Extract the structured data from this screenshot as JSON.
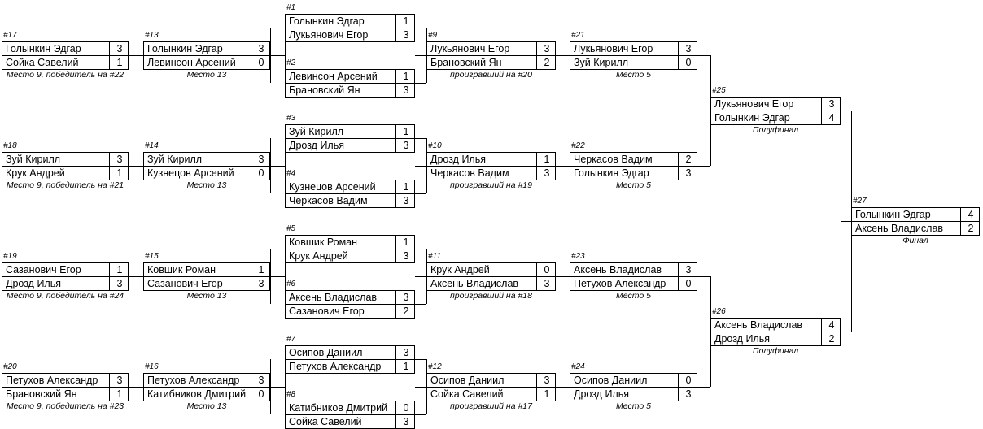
{
  "tournament": {
    "title": "Tournament bracket",
    "score_separator": "",
    "stage_labels": {
      "semifinal": "Полуфинал",
      "final": "Финал",
      "place5": "Место 5",
      "place13": "Место 13"
    }
  },
  "matches": [
    {
      "id": "m1",
      "num": "#1",
      "p1": "Голынкин Эдгар",
      "s1": "1",
      "p2": "Лукьянович Егор",
      "s2": "3",
      "note": ""
    },
    {
      "id": "m2",
      "num": "#2",
      "p1": "Левинсон Арсений",
      "s1": "1",
      "p2": "Брановский Ян",
      "s2": "3",
      "note": ""
    },
    {
      "id": "m3",
      "num": "#3",
      "p1": "Зуй Кирилл",
      "s1": "1",
      "p2": "Дрозд Илья",
      "s2": "3",
      "note": ""
    },
    {
      "id": "m4",
      "num": "#4",
      "p1": "Кузнецов Арсений",
      "s1": "1",
      "p2": "Черкасов Вадим",
      "s2": "3",
      "note": ""
    },
    {
      "id": "m5",
      "num": "#5",
      "p1": "Ковшик Роман",
      "s1": "1",
      "p2": "Крук Андрей",
      "s2": "3",
      "note": ""
    },
    {
      "id": "m6",
      "num": "#6",
      "p1": "Аксень Владислав",
      "s1": "3",
      "p2": "Сазанович Егор",
      "s2": "2",
      "note": ""
    },
    {
      "id": "m7",
      "num": "#7",
      "p1": "Осипов Даниил",
      "s1": "3",
      "p2": "Петухов Александр",
      "s2": "1",
      "note": ""
    },
    {
      "id": "m8",
      "num": "#8",
      "p1": "Катибников Дмитрий",
      "s1": "0",
      "p2": "Сойка Савелий",
      "s2": "3",
      "note": ""
    },
    {
      "id": "m9",
      "num": "#9",
      "p1": "Лукьянович Егор",
      "s1": "3",
      "p2": "Брановский Ян",
      "s2": "2",
      "note": "проигравший на #20"
    },
    {
      "id": "m10",
      "num": "#10",
      "p1": "Дрозд Илья",
      "s1": "1",
      "p2": "Черкасов Вадим",
      "s2": "3",
      "note": "проигравший на #19"
    },
    {
      "id": "m11",
      "num": "#11",
      "p1": "Крук Андрей",
      "s1": "0",
      "p2": "Аксень Владислав",
      "s2": "3",
      "note": "проигравший на #18"
    },
    {
      "id": "m12",
      "num": "#12",
      "p1": "Осипов Даниил",
      "s1": "3",
      "p2": "Сойка Савелий",
      "s2": "1",
      "note": "проигравший на #17"
    },
    {
      "id": "m13",
      "num": "#13",
      "p1": "Голынкин Эдгар",
      "s1": "3",
      "p2": "Левинсон Арсений",
      "s2": "0",
      "note": "Место 13"
    },
    {
      "id": "m14",
      "num": "#14",
      "p1": "Зуй Кирилл",
      "s1": "3",
      "p2": "Кузнецов Арсений",
      "s2": "0",
      "note": "Место 13"
    },
    {
      "id": "m15",
      "num": "#15",
      "p1": "Ковшик Роман",
      "s1": "1",
      "p2": "Сазанович Егор",
      "s2": "3",
      "note": "Место 13"
    },
    {
      "id": "m16",
      "num": "#16",
      "p1": "Петухов Александр",
      "s1": "3",
      "p2": "Катибников Дмитрий",
      "s2": "0",
      "note": "Место 13"
    },
    {
      "id": "m17",
      "num": "#17",
      "p1": "Голынкин Эдгар",
      "s1": "3",
      "p2": "Сойка Савелий",
      "s2": "1",
      "note": "Место 9, победитель на #22"
    },
    {
      "id": "m18",
      "num": "#18",
      "p1": "Зуй Кирилл",
      "s1": "3",
      "p2": "Крук Андрей",
      "s2": "1",
      "note": "Место 9, победитель на #21"
    },
    {
      "id": "m19",
      "num": "#19",
      "p1": "Сазанович Егор",
      "s1": "1",
      "p2": "Дрозд Илья",
      "s2": "3",
      "note": "Место 9, победитель на #24"
    },
    {
      "id": "m20",
      "num": "#20",
      "p1": "Петухов Александр",
      "s1": "3",
      "p2": "Брановский Ян",
      "s2": "1",
      "note": "Место 9, победитель на #23"
    },
    {
      "id": "m21",
      "num": "#21",
      "p1": "Лукьянович Егор",
      "s1": "3",
      "p2": "Зуй Кирилл",
      "s2": "0",
      "note": "Место 5"
    },
    {
      "id": "m22",
      "num": "#22",
      "p1": "Черкасов Вадим",
      "s1": "2",
      "p2": "Голынкин Эдгар",
      "s2": "3",
      "note": "Место 5"
    },
    {
      "id": "m23",
      "num": "#23",
      "p1": "Аксень Владислав",
      "s1": "3",
      "p2": "Петухов Александр",
      "s2": "0",
      "note": "Место 5"
    },
    {
      "id": "m24",
      "num": "#24",
      "p1": "Осипов Даниил",
      "s1": "0",
      "p2": "Дрозд Илья",
      "s2": "3",
      "note": "Место 5"
    },
    {
      "id": "m25",
      "num": "#25",
      "p1": "Лукьянович Егор",
      "s1": "3",
      "p2": "Голынкин Эдгар",
      "s2": "4",
      "note": "Полуфинал"
    },
    {
      "id": "m26",
      "num": "#26",
      "p1": "Аксень Владислав",
      "s1": "4",
      "p2": "Дрозд Илья",
      "s2": "2",
      "note": "Полуфинал"
    },
    {
      "id": "m27",
      "num": "#27",
      "p1": "Голынкин Эдгар",
      "s1": "4",
      "p2": "Аксень Владислав",
      "s2": "2",
      "note": "Финал"
    }
  ]
}
